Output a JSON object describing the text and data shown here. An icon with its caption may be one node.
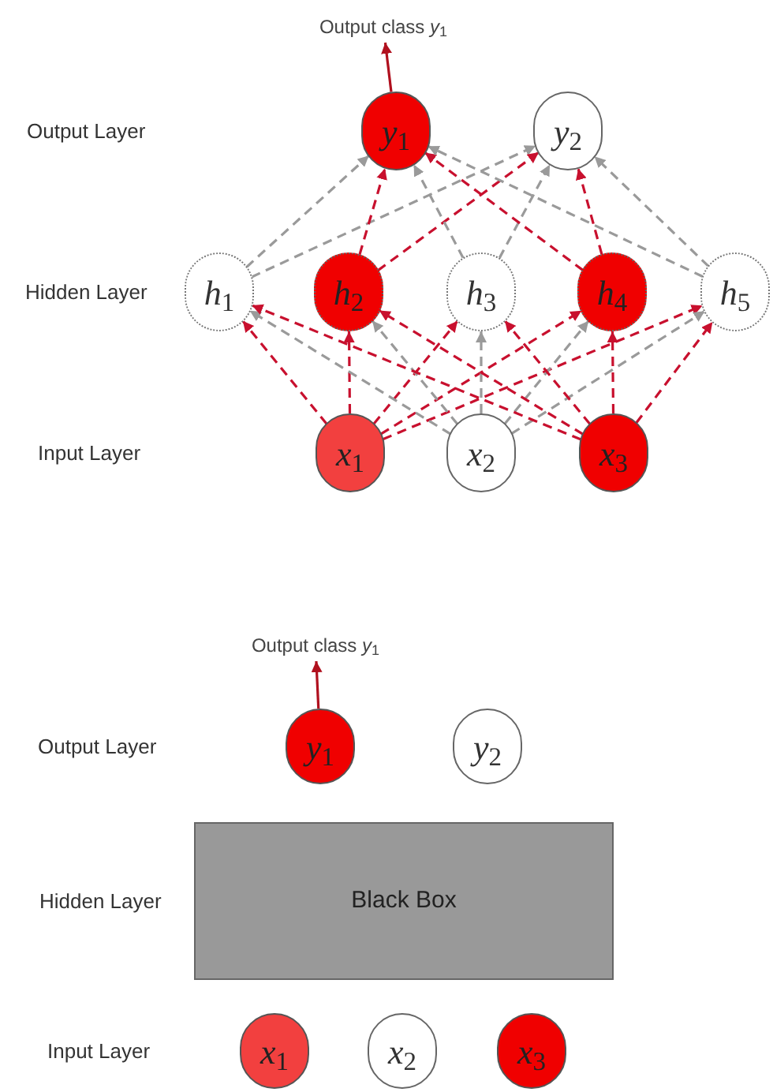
{
  "diagram": {
    "nodes": [
      {
        "text": [
          "Output class *y*$_{1}$"
        ]
      },
      {
        "text": [
          "*y*$_{1}$"
        ]
      },
      {
        "text": [
          "*y*$_{2}$"
        ]
      },
      {
        "text": [
          "*h*$_{1}$"
        ]
      },
      {
        "text": [
          "*h*$_{2}$"
        ]
      },
      {
        "text": [
          "*h*$_{3}$"
        ]
      },
      {
        "text": [
          "*h*$_{4}$"
        ]
      },
      {
        "text": [
          "*h*$_{5}$"
        ]
      },
      {
        "text": [
          "*x*$_{1}$"
        ]
      },
      {
        "text": [
          "*x*$_{2}$"
        ]
      },
      {
        "text": [
          "*x*$_{3}$"
        ]
      },
      {
        "text": [
          "Output class *y*$_{1}$"
        ]
      },
      {
        "text": [
          "*y*$_{1}$"
        ]
      },
      {
        "text": [
          "*y*$_{2}$"
        ]
      },
      {
        "text": [
          "Black Box"
        ]
      },
      {
        "text": [
          "*x*$_{1}$"
        ]
      },
      {
        "text": [
          "*x*$_{2}$"
        ]
      },
      {
        "text": [
          "*x*$_{3}$"
        ]
      }
    ],
    "edges": [
      {
        "from": 1,
        "to": 0,
        "arrow": "to",
        "color": "#b0101e"
      },
      {
        "from": 8,
        "to": 3,
        "arrow": "to",
        "style": "dashed"
      },
      {
        "from": 8,
        "to": 4,
        "arrow": "to",
        "style": "dashed"
      },
      {
        "from": 8,
        "to": 5,
        "arrow": "to",
        "style": "dashed"
      },
      {
        "from": 8,
        "to": 6,
        "arrow": "to",
        "style": "dashed"
      },
      {
        "from": 8,
        "to": 7,
        "arrow": "to",
        "style": "dashed"
      },
      {
        "from": 9,
        "to": 3,
        "arrow": "to",
        "style": "dashed",
        "color": "#9a9a9a"
      },
      {
        "from": 9,
        "to": 4,
        "arrow": "to",
        "style": "dashed",
        "color": "#9a9a9a"
      },
      {
        "from": 9,
        "to": 5,
        "arrow": "to",
        "style": "dashed",
        "color": "#9a9a9a"
      },
      {
        "from": 9,
        "to": 6,
        "arrow": "to",
        "style": "dashed",
        "color": "#9a9a9a"
      },
      {
        "from": 9,
        "to": 7,
        "arrow": "to",
        "style": "dashed",
        "color": "#9a9a9a"
      },
      {
        "from": 10,
        "to": 3,
        "arrow": "to",
        "style": "dashed"
      },
      {
        "from": 10,
        "to": 4,
        "arrow": "to",
        "style": "dashed"
      },
      {
        "from": 10,
        "to": 5,
        "arrow": "to",
        "style": "dashed"
      },
      {
        "from": 10,
        "to": 6,
        "arrow": "to",
        "style": "dashed"
      },
      {
        "from": 10,
        "to": 7,
        "arrow": "to",
        "style": "dashed"
      },
      {
        "from": 3,
        "to": 1,
        "arrow": "to",
        "style": "dashed",
        "color": "#9a9a9a"
      },
      {
        "from": 3,
        "to": 2,
        "arrow": "to",
        "style": "dashed",
        "color": "#9a9a9a"
      },
      {
        "from": 4,
        "to": 1,
        "arrow": "to",
        "style": "dashed"
      },
      {
        "from": 4,
        "to": 2,
        "arrow": "to",
        "style": "dashed"
      },
      {
        "from": 5,
        "to": 1,
        "arrow": "to",
        "style": "dashed",
        "color": "#9a9a9a"
      },
      {
        "from": 5,
        "to": 2,
        "arrow": "to",
        "style": "dashed",
        "color": "#9a9a9a"
      },
      {
        "from": 6,
        "to": 1,
        "arrow": "to",
        "style": "dashed"
      },
      {
        "from": 6,
        "to": 2,
        "arrow": "to",
        "style": "dashed"
      },
      {
        "from": 7,
        "to": 1,
        "arrow": "to",
        "style": "dashed",
        "color": "#9a9a9a"
      },
      {
        "from": 7,
        "to": 2,
        "arrow": "to",
        "style": "dashed",
        "color": "#9a9a9a"
      },
      {
        "from": 12,
        "to": 11,
        "arrow": "to",
        "color": "#b0101e"
      }
    ],
    "labels": [
      "Output Layer",
      "Hidden Layer",
      "Input Layer",
      "Output Layer",
      "Hidden Layer",
      "Input Layer"
    ]
  }
}
